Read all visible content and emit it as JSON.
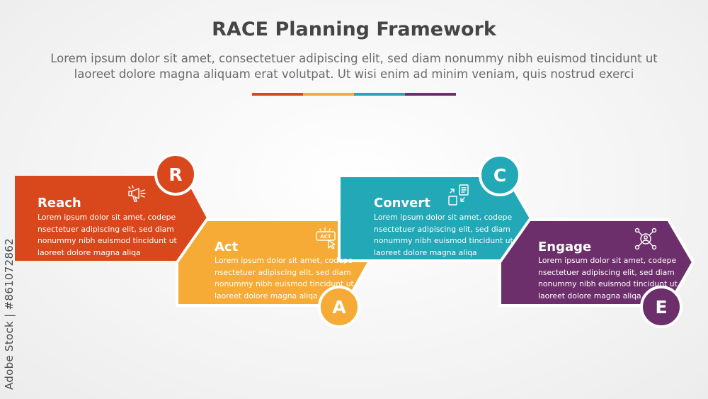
{
  "title": "RACE Planning Framework",
  "subtitle": "Lorem ipsum dolor sit amet, consectetuer adipiscing elit, sed diam nonummy nibh euismod tincidunt ut laoreet dolore magna aliquam erat volutpat. Ut wisi enim ad minim veniam, quis nostrud exerci",
  "colors": {
    "reach": "#d9481c",
    "act": "#f5ab35",
    "convert": "#23a8b7",
    "engage": "#6d2f6b"
  },
  "stages": [
    {
      "letter": "R",
      "title": "Reach",
      "text": "Lorem ipsum dolor sit amet, codepe nsectetuer adipiscing elit, sed diam nonummy nibh euismod tincidunt ut laoreet dolore magna aliqa",
      "icon": "megaphone-icon"
    },
    {
      "letter": "A",
      "title": "Act",
      "text": "Lorem ipsum dolor sit amet, codepe nsectetuer adipiscing elit, sed diam nonummy nibh euismod tincidunt ut laoreet dolore magna aliqa",
      "icon": "act-click-icon",
      "icon_text": "ACT"
    },
    {
      "letter": "C",
      "title": "Convert",
      "text": "Lorem ipsum dolor sit amet, codepe nsectetuer adipiscing elit, sed diam nonummy nibh euismod tincidunt ut laoreet dolore magna aliqa",
      "icon": "convert-arrows-icon"
    },
    {
      "letter": "E",
      "title": "Engage",
      "text": "Lorem ipsum dolor sit amet, codepe nsectetuer adipiscing elit, sed diam nonummy nibh euismod tincidunt ut laoreet dolore magna aliqa",
      "icon": "network-user-icon"
    }
  ],
  "watermark": "Adobe Stock | #861072862"
}
